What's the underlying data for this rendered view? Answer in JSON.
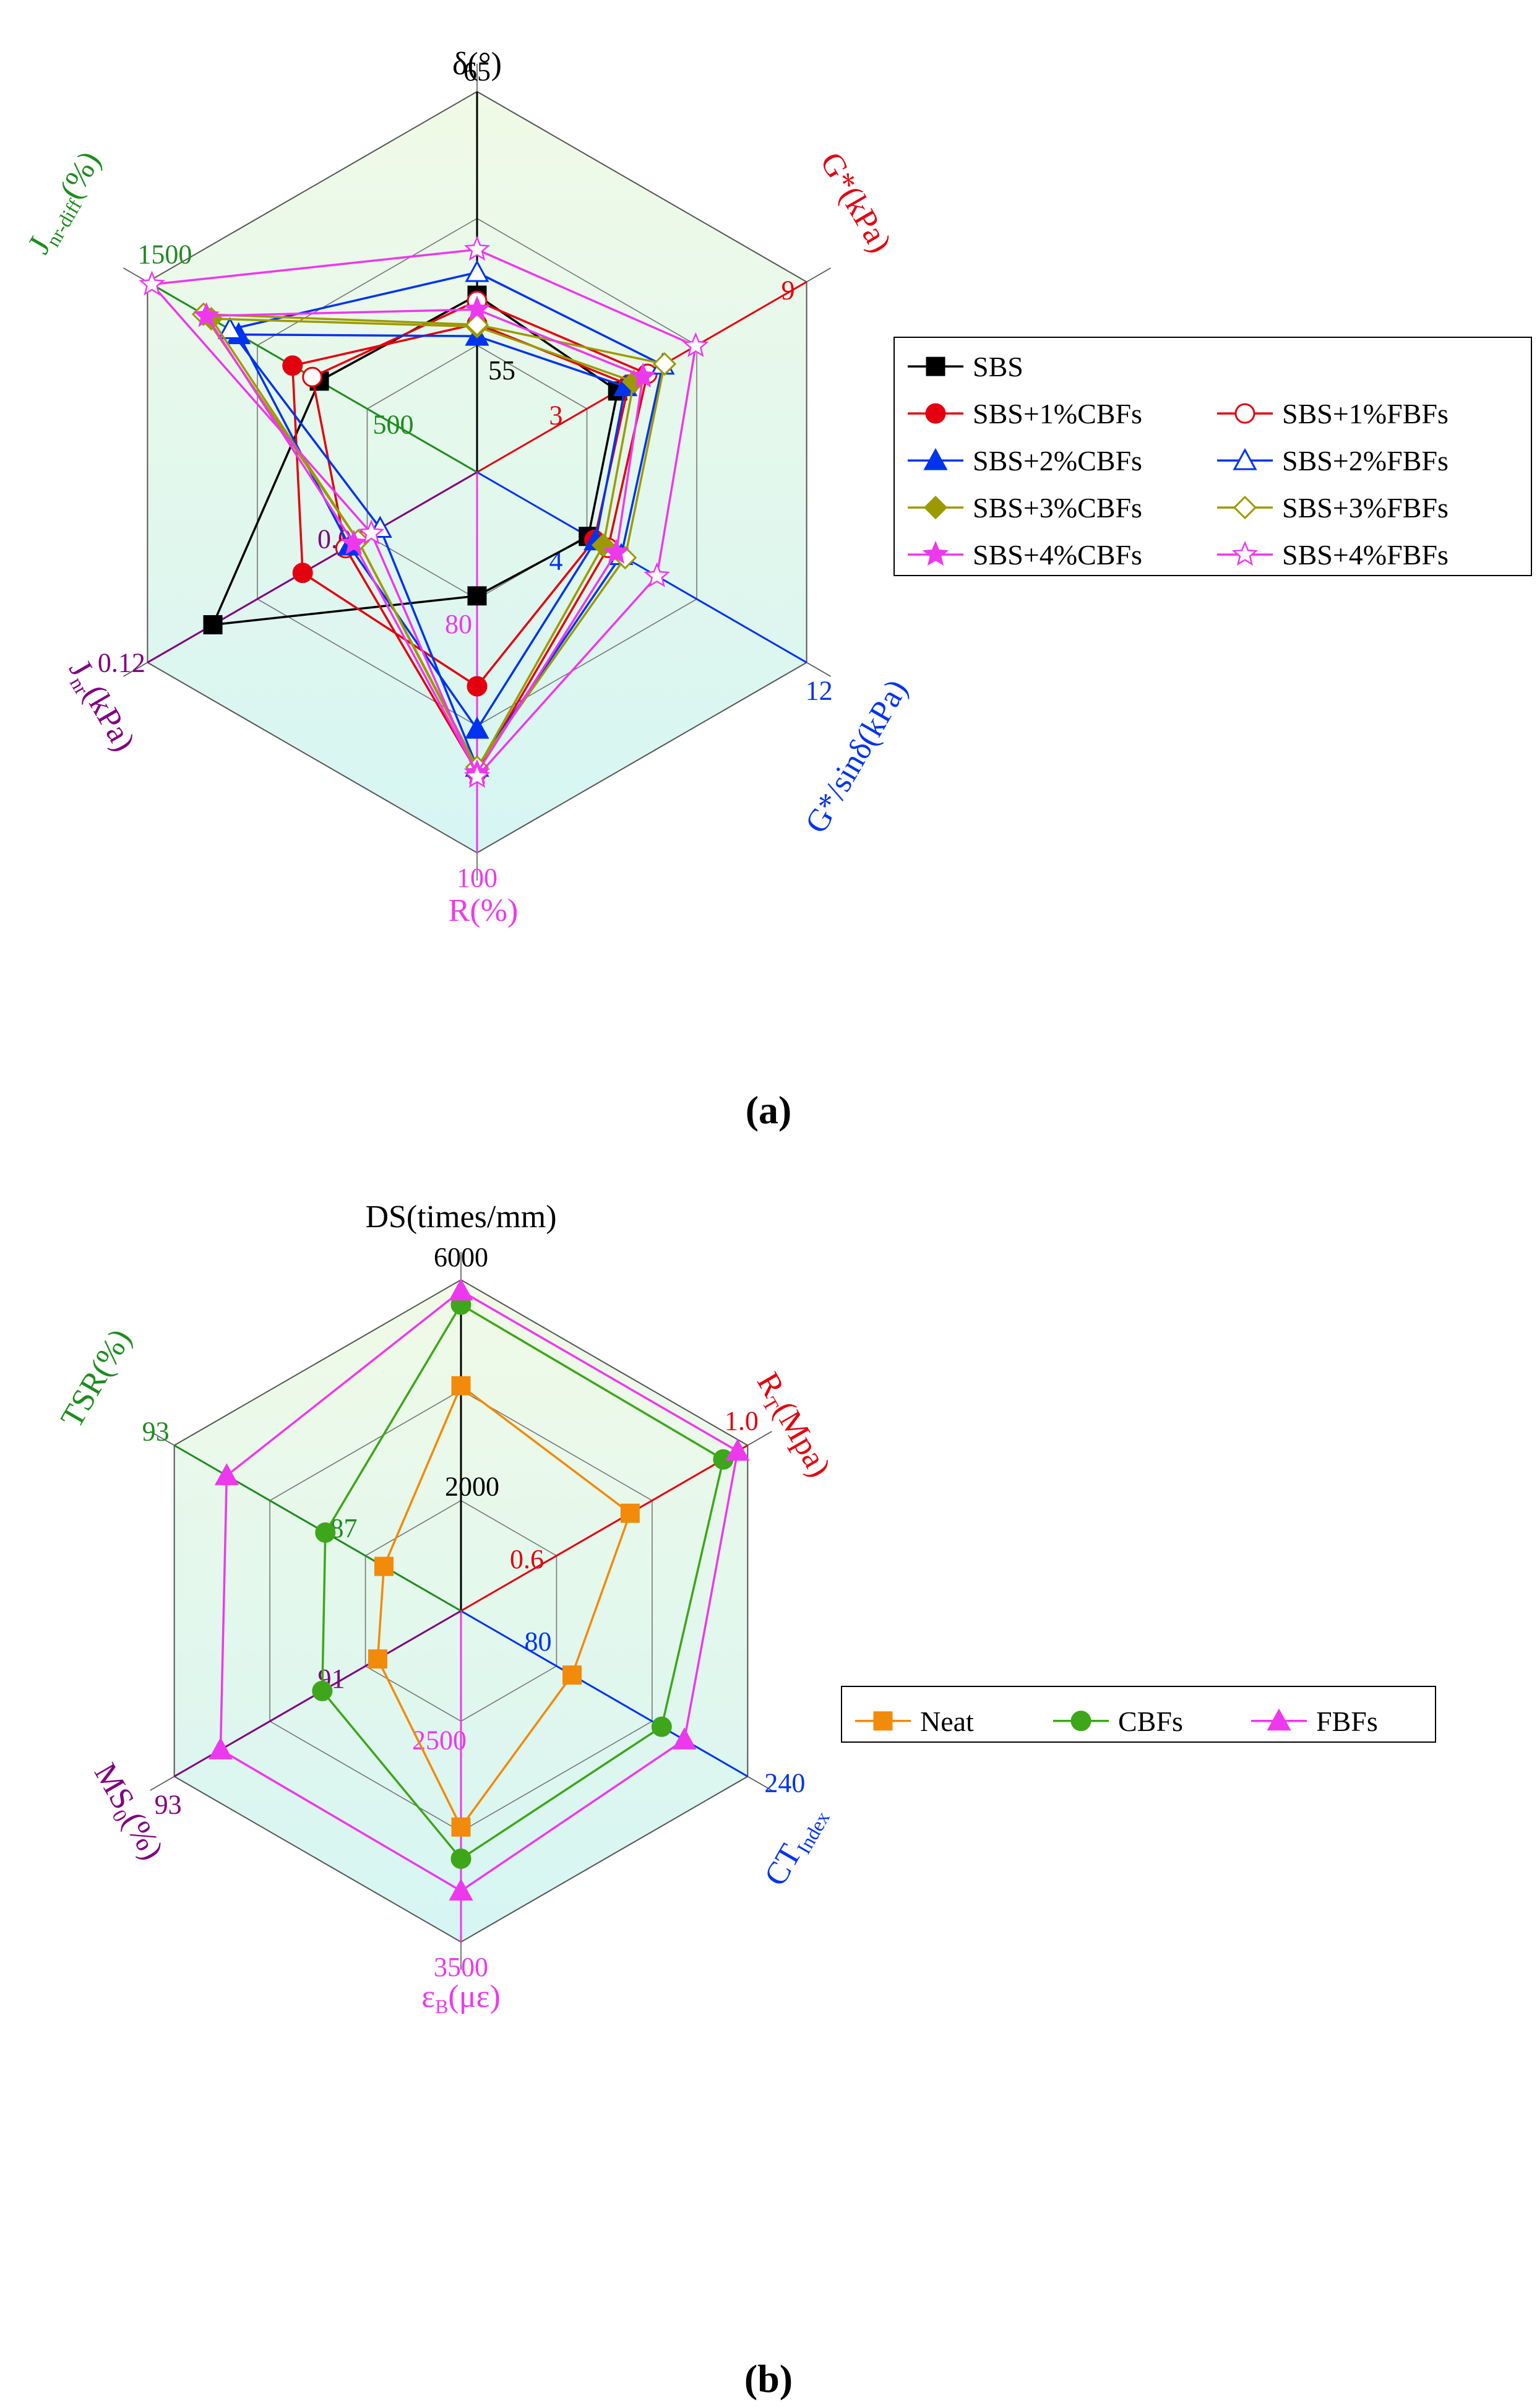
{
  "colors": {
    "black": "#000000",
    "red": "#e3000f",
    "blue": "#0033ee",
    "olive": "#9c9a00",
    "magenta": "#ee38ee",
    "green": "#1e8c1e",
    "purple": "#800080",
    "orange": "#f28a0a",
    "lime": "#3ea61a",
    "panel_top": "#f0fae6",
    "panel_bottom": "#d6f5f3"
  },
  "captions": {
    "a": "(a)",
    "b": "(b)"
  },
  "chart_data": [
    {
      "type": "radar",
      "panel": "a",
      "grid": true,
      "legend_position": "right",
      "axes": [
        {
          "key": "delta",
          "label": "δ(°)",
          "label_main": "δ(°)",
          "color": "#000000",
          "range": [
            80,
            40
          ],
          "ticks": [
            "65",
            "55"
          ]
        },
        {
          "key": "gstar",
          "label": "G*(kPa)",
          "label_main": "G*(kPa)",
          "color": "#e3000f",
          "range": [
            0,
            9
          ],
          "ticks": [
            "9",
            "3"
          ]
        },
        {
          "key": "gsin",
          "label": "G*/sinδ(kPa)",
          "label_main": "G*/sinδ(kPa)",
          "color": "#0033ee",
          "range": [
            0,
            12
          ],
          "ticks": [
            "12",
            "4"
          ]
        },
        {
          "key": "R",
          "label": "R(%)",
          "label_main": "R(%)",
          "color": "#ee38ee",
          "range": [
            60,
            100
          ],
          "ticks": [
            "100",
            "80"
          ]
        },
        {
          "key": "Jnr",
          "label": "Jnr(kPa)",
          "label_main": "J",
          "label_sub": "nr",
          "label_tail": "(kPa)",
          "color": "#800080",
          "range": [
            0,
            0.12
          ],
          "ticks": [
            "0.12",
            "0.04"
          ]
        },
        {
          "key": "Jdiff",
          "label": "Jnr-diff(%)",
          "label_main": "J",
          "label_sub": "nr-diff",
          "label_tail": "(%)",
          "color": "#1e8c1e",
          "range": [
            0,
            1500
          ],
          "ticks": [
            "1500",
            "500"
          ]
        }
      ],
      "series": [
        {
          "name": "SBS",
          "color": "#000000",
          "marker": "square",
          "filled": true,
          "values": [
            61.4,
            3.84,
            4.05,
            73.0,
            0.0962,
            718
          ]
        },
        {
          "name": "SBS+1%CBFs",
          "color": "#e3000f",
          "marker": "circle",
          "filled": true,
          "values": [
            64.4,
            4.14,
            4.27,
            82.5,
            0.0635,
            840
          ]
        },
        {
          "name": "SBS+1%FBFs",
          "color": "#e3000f",
          "marker": "circle",
          "filled": false,
          "values": [
            62.0,
            4.65,
            4.77,
            91.5,
            0.0479,
            750
          ]
        },
        {
          "name": "SBS+2%CBFs",
          "color": "#0033ee",
          "marker": "triangle",
          "filled": true,
          "values": [
            65.7,
            4.05,
            4.32,
            87.0,
            0.0465,
            1085
          ]
        },
        {
          "name": "SBS+2%FBFs",
          "color": "#0033ee",
          "marker": "triangle",
          "filled": false,
          "values": [
            59.0,
            5.07,
            5.25,
            91.0,
            0.0353,
            1125
          ]
        },
        {
          "name": "SBS+3%CBFs",
          "color": "#9c9a00",
          "marker": "diamond",
          "filled": true,
          "values": [
            64.7,
            4.28,
            4.6,
            91.2,
            0.0433,
            1210
          ]
        },
        {
          "name": "SBS+3%FBFs",
          "color": "#9c9a00",
          "marker": "diamond",
          "filled": false,
          "values": [
            64.5,
            5.12,
            5.39,
            91.0,
            0.0433,
            1245
          ]
        },
        {
          "name": "SBS+4%CBFs",
          "color": "#ee38ee",
          "marker": "star",
          "filled": true,
          "values": [
            62.9,
            4.53,
            5.07,
            91.6,
            0.0449,
            1232
          ]
        },
        {
          "name": "SBS+4%FBFs",
          "color": "#ee38ee",
          "marker": "star",
          "filled": false,
          "values": [
            56.6,
            5.97,
            6.55,
            92.0,
            0.0385,
            1480
          ]
        }
      ]
    },
    {
      "type": "radar",
      "panel": "b",
      "grid": true,
      "legend_position": "right",
      "axes": [
        {
          "key": "DS",
          "label": "DS(times/mm)",
          "label_main": "DS(times/mm)",
          "color": "#000000",
          "range": [
            0,
            6000
          ],
          "ticks": [
            "6000",
            "2000"
          ]
        },
        {
          "key": "RT",
          "label": "RT(Mpa)",
          "label_main": "R",
          "label_sub": "T",
          "label_tail": "(Mpa)",
          "color": "#e3000f",
          "range": [
            0,
            1.0
          ],
          "ticks": [
            "1.0",
            "0.6"
          ]
        },
        {
          "key": "CT",
          "label": "CTIndex",
          "label_main": "CT",
          "label_sub": "Index",
          "label_tail": "",
          "color": "#0033ee",
          "range": [
            0,
            240
          ],
          "ticks": [
            "240",
            "80"
          ]
        },
        {
          "key": "eB",
          "label": "εB(με)",
          "label_main": "ε",
          "label_sub": "B",
          "label_tail": "(με)",
          "color": "#ee38ee",
          "range": [
            0,
            3500
          ],
          "ticks": [
            "3500",
            "2500"
          ]
        },
        {
          "key": "MS0",
          "label": "MS0(%)",
          "label_main": "MS",
          "label_sub": "0",
          "label_tail": "(%)",
          "color": "#800080",
          "range": [
            0,
            93
          ],
          "ticks": [
            "93",
            "91"
          ]
        },
        {
          "key": "TSR",
          "label": "TSR(%)",
          "label_main": "TSR(%)",
          "color": "#1e8c1e",
          "range": [
            0,
            93
          ],
          "ticks": [
            "93",
            "87"
          ]
        }
      ],
      "series": [
        {
          "name": "Neat",
          "color": "#f28a0a",
          "marker": "square",
          "filled": true,
          "values": [
            4080,
            0.59,
            93,
            2285,
            27,
            25
          ]
        },
        {
          "name": "CBFs",
          "color": "#3ea61a",
          "marker": "circle",
          "filled": true,
          "values": [
            5550,
            0.915,
            168,
            2620,
            45,
            44
          ]
        },
        {
          "name": "FBFs",
          "color": "#ee38ee",
          "marker": "triangle",
          "filled": true,
          "values": [
            5800,
            0.965,
            187,
            2960,
            78,
            76
          ]
        }
      ]
    }
  ]
}
